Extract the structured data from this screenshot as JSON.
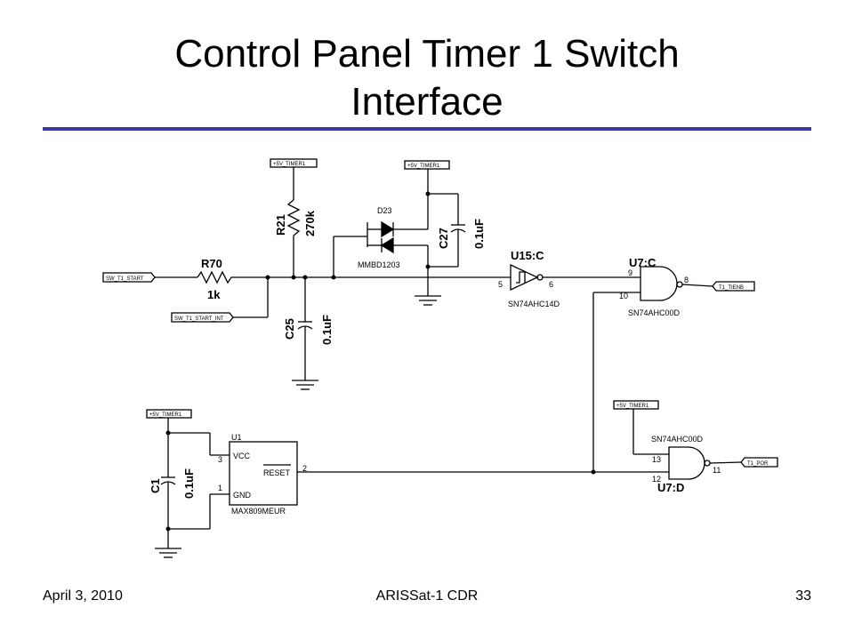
{
  "slide": {
    "title_line1": "Control Panel Timer 1 Switch",
    "title_line2": "Interface"
  },
  "footer": {
    "date": "April 3, 2010",
    "center": "ARISSat-1 CDR",
    "page": "33"
  },
  "schematic": {
    "ports": {
      "sw_t1_start": "SW_T1_START",
      "sw_t1_start_int": "SW_T1_START_INT",
      "t1_tienb": "T1_TIENB",
      "t1_por": "T1_POR"
    },
    "power_labels": {
      "r21": "+5V_TIMER1",
      "d23": "+5V_TIMER1",
      "c1": "+5V_TIMER1",
      "u7d": "+5V_TIMER1"
    },
    "r70": {
      "ref": "R70",
      "value": "1k"
    },
    "r21": {
      "ref": "R21",
      "value": "270k"
    },
    "c25": {
      "ref": "C25",
      "value": "0.1uF"
    },
    "c27": {
      "ref": "C27",
      "value": "0.1uF"
    },
    "c1": {
      "ref": "C1",
      "value": "0.1uF"
    },
    "d23": {
      "ref": "D23",
      "part": "MMBD1203"
    },
    "u15c": {
      "ref": "U15:C",
      "part": "SN74AHC14D",
      "pin_in": "5",
      "pin_out": "6"
    },
    "u7c": {
      "ref": "U7:C",
      "part": "SN74AHC00D",
      "pin_a": "9",
      "pin_b": "10",
      "pin_out": "8"
    },
    "u7d": {
      "ref": "U7:D",
      "part": "SN74AHC00D",
      "pin_a": "13",
      "pin_b": "12",
      "pin_out": "11"
    },
    "u1": {
      "ref": "U1",
      "part": "MAX809MEUR",
      "vcc": "VCC",
      "gnd": "GND",
      "reset": "RESET",
      "pin_vcc": "3",
      "pin_gnd": "1",
      "pin_reset": "2"
    }
  }
}
